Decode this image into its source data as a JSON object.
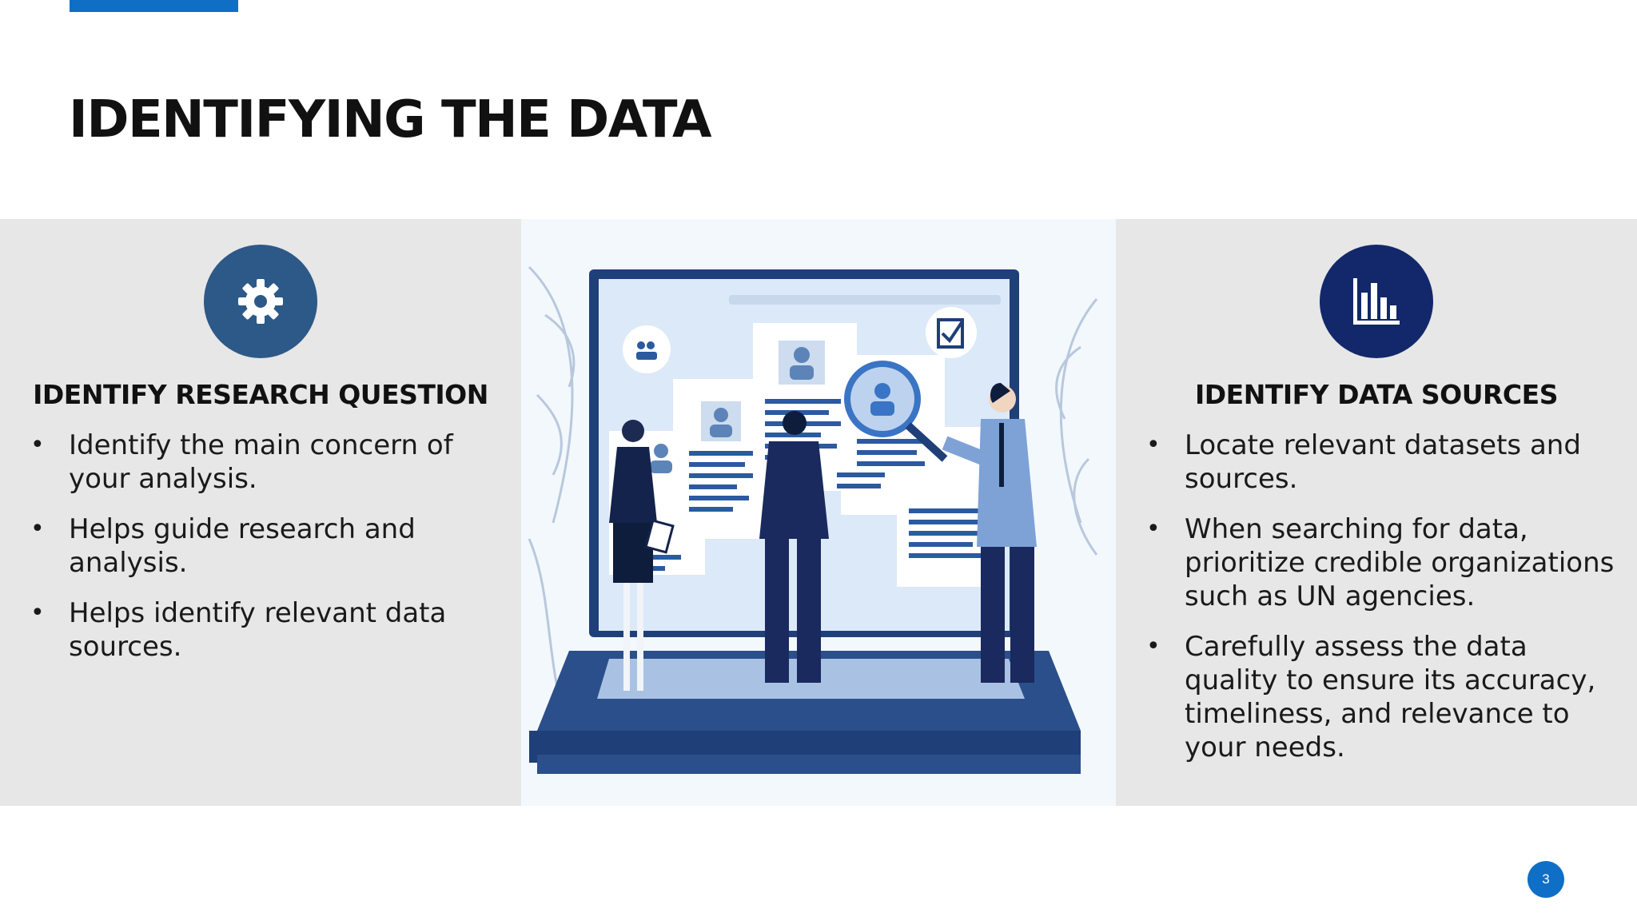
{
  "slide": {
    "title": "IDENTIFYING THE DATA",
    "page_number": "3",
    "accent_color": "#0F6FC6"
  },
  "left_panel": {
    "icon": "gear-icon",
    "heading": "IDENTIFY RESEARCH QUESTION",
    "bullets": [
      "Identify the main concern of your analysis.",
      "Helps guide research and analysis.",
      "Helps identify relevant data sources."
    ]
  },
  "right_panel": {
    "icon": "bar-chart-icon",
    "heading": "IDENTIFY DATA SOURCES",
    "bullets": [
      "Locate relevant datasets and sources.",
      "When searching for data, prioritize credible organizations such as UN agencies.",
      "Carefully assess the data quality to ensure its accuracy, timeliness, and relevance to your needs."
    ]
  },
  "illustration": {
    "subject": "people-reviewing-profiles-on-laptop"
  }
}
